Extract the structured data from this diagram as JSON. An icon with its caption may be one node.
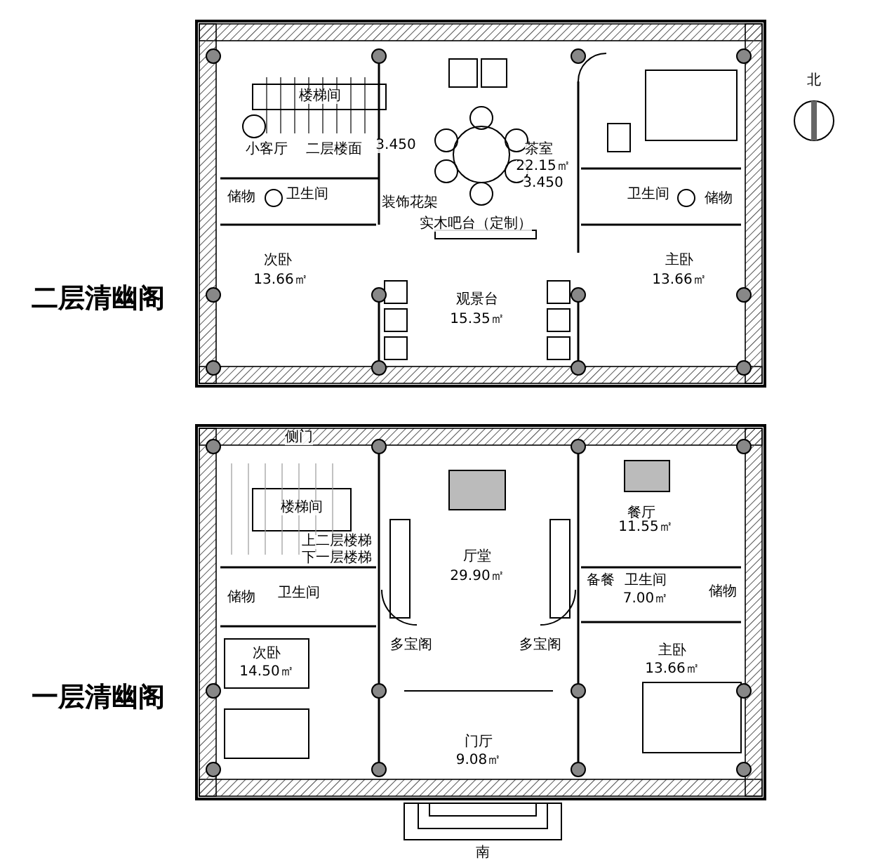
{
  "diagram": {
    "labels": [
      "二层清幽阁",
      "一层清幽阁",
      "北",
      "楼梯间",
      "小客厅",
      "二层楼面",
      "3.450",
      "储物",
      "卫生间",
      "装饰花架",
      "实木吧台（定制）",
      "茶室",
      "22.15㎡",
      "3.450",
      "卫生间",
      "储物",
      "次卧",
      "13.66㎡",
      "主卧",
      "13.66㎡",
      "观景台",
      "15.35㎡",
      "侧门",
      "楼梯间",
      "上二层楼梯",
      "下一层楼梯",
      "储物",
      "卫生间",
      "厅堂",
      "29.90㎡",
      "餐厅",
      "11.55㎡",
      "备餐",
      "卫生间",
      "7.00㎡",
      "储物",
      "多宝阁",
      "多宝阁",
      "次卧",
      "14.50㎡",
      "主卧",
      "13.66㎡",
      "门厅",
      "9.08㎡",
      "南"
    ]
  }
}
